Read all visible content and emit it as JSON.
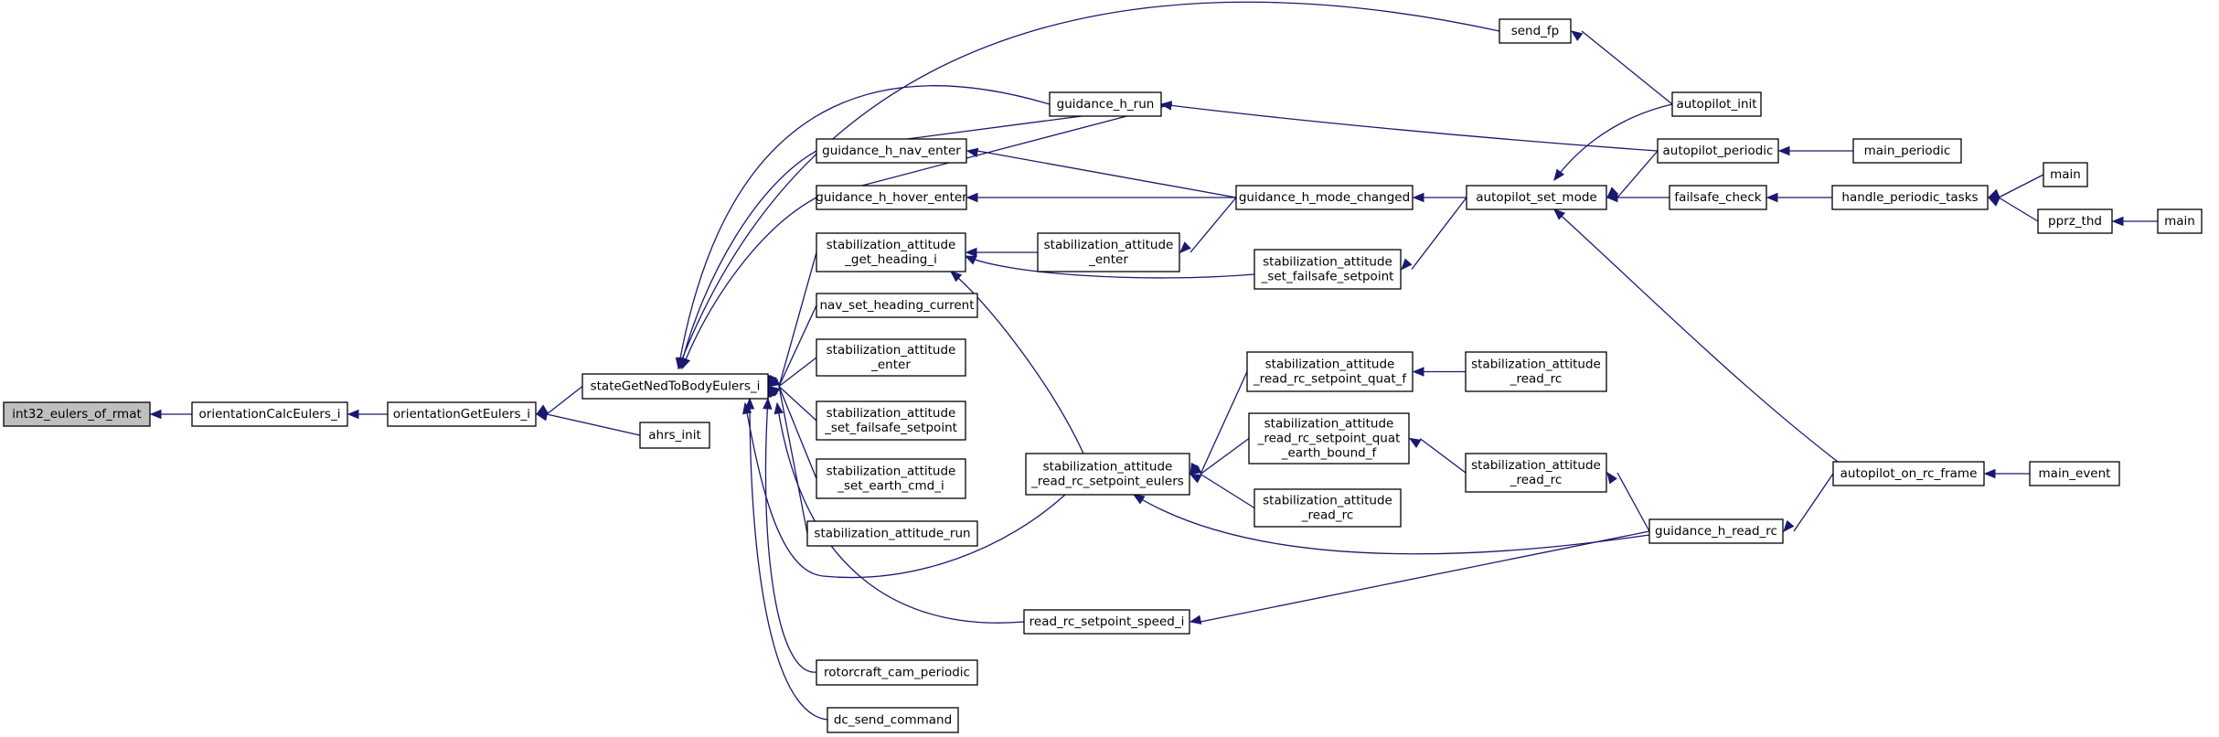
{
  "graph": {
    "nodes": [
      {
        "id": "n0",
        "lines": [
          "int32_eulers_of_rmat"
        ],
        "root": true
      },
      {
        "id": "n1",
        "lines": [
          "orientationCalcEulers_i"
        ]
      },
      {
        "id": "n2",
        "lines": [
          "orientationGetEulers_i"
        ]
      },
      {
        "id": "n3",
        "lines": [
          "stateGetNedToBodyEulers_i"
        ]
      },
      {
        "id": "n4",
        "lines": [
          "ahrs_init"
        ]
      },
      {
        "id": "n5",
        "lines": [
          "send_fp"
        ]
      },
      {
        "id": "n6",
        "lines": [
          "guidance_h_run"
        ]
      },
      {
        "id": "n7",
        "lines": [
          "guidance_h_nav_enter"
        ]
      },
      {
        "id": "n8",
        "lines": [
          "guidance_h_hover_enter"
        ]
      },
      {
        "id": "n9",
        "lines": [
          "stabilization_attitude",
          "_get_heading_i"
        ]
      },
      {
        "id": "n10",
        "lines": [
          "nav_set_heading_current"
        ]
      },
      {
        "id": "n11",
        "lines": [
          "stabilization_attitude",
          "_enter"
        ]
      },
      {
        "id": "n12",
        "lines": [
          "stabilization_attitude",
          "_set_failsafe_setpoint"
        ]
      },
      {
        "id": "n13",
        "lines": [
          "stabilization_attitude",
          "_set_earth_cmd_i"
        ]
      },
      {
        "id": "n14",
        "lines": [
          "stabilization_attitude_run"
        ]
      },
      {
        "id": "n15",
        "lines": [
          "rotorcraft_cam_periodic"
        ]
      },
      {
        "id": "n16",
        "lines": [
          "dc_send_command"
        ]
      },
      {
        "id": "n17",
        "lines": [
          "stabilization_attitude",
          "_enter"
        ]
      },
      {
        "id": "n18",
        "lines": [
          "stabilization_attitude",
          "_read_rc_setpoint_eulers"
        ]
      },
      {
        "id": "n19",
        "lines": [
          "read_rc_setpoint_speed_i"
        ]
      },
      {
        "id": "n20",
        "lines": [
          "guidance_h_mode_changed"
        ]
      },
      {
        "id": "n21",
        "lines": [
          "stabilization_attitude",
          "_set_failsafe_setpoint"
        ]
      },
      {
        "id": "n22",
        "lines": [
          "stabilization_attitude",
          "_read_rc_setpoint_quat_f"
        ]
      },
      {
        "id": "n23",
        "lines": [
          "stabilization_attitude",
          "_read_rc_setpoint_quat",
          "_earth_bound_f"
        ]
      },
      {
        "id": "n24",
        "lines": [
          "stabilization_attitude",
          "_read_rc"
        ]
      },
      {
        "id": "n25",
        "lines": [
          "autopilot_set_mode"
        ]
      },
      {
        "id": "n26",
        "lines": [
          "stabilization_attitude",
          "_read_rc"
        ]
      },
      {
        "id": "n27",
        "lines": [
          "stabilization_attitude",
          "_read_rc"
        ]
      },
      {
        "id": "n28",
        "lines": [
          "guidance_h_read_rc"
        ]
      },
      {
        "id": "n29",
        "lines": [
          "autopilot_init"
        ]
      },
      {
        "id": "n30",
        "lines": [
          "autopilot_periodic"
        ]
      },
      {
        "id": "n31",
        "lines": [
          "failsafe_check"
        ]
      },
      {
        "id": "n32",
        "lines": [
          "autopilot_on_rc_frame"
        ]
      },
      {
        "id": "n33",
        "lines": [
          "main_periodic"
        ]
      },
      {
        "id": "n34",
        "lines": [
          "handle_periodic_tasks"
        ]
      },
      {
        "id": "n35",
        "lines": [
          "main_event"
        ]
      },
      {
        "id": "n36",
        "lines": [
          "main"
        ]
      },
      {
        "id": "n37",
        "lines": [
          "pprz_thd"
        ]
      },
      {
        "id": "n38",
        "lines": [
          "main"
        ]
      }
    ],
    "edges": [
      [
        "n1",
        "n0"
      ],
      [
        "n2",
        "n1"
      ],
      [
        "n3",
        "n2"
      ],
      [
        "n4",
        "n2"
      ],
      [
        "n5",
        "n3"
      ],
      [
        "n6",
        "n3"
      ],
      [
        "n7",
        "n3"
      ],
      [
        "n8",
        "n3"
      ],
      [
        "n9",
        "n3"
      ],
      [
        "n10",
        "n3"
      ],
      [
        "n11",
        "n3"
      ],
      [
        "n12",
        "n3"
      ],
      [
        "n13",
        "n3"
      ],
      [
        "n14",
        "n3"
      ],
      [
        "n15",
        "n3"
      ],
      [
        "n16",
        "n3"
      ],
      [
        "n18",
        "n3"
      ],
      [
        "n19",
        "n3"
      ],
      [
        "n29",
        "n5"
      ],
      [
        "n7",
        "n6"
      ],
      [
        "n8",
        "n6"
      ],
      [
        "n30",
        "n6"
      ],
      [
        "n20",
        "n7"
      ],
      [
        "n20",
        "n8"
      ],
      [
        "n17",
        "n9"
      ],
      [
        "n21",
        "n9"
      ],
      [
        "n18",
        "n9"
      ],
      [
        "n20",
        "n17"
      ],
      [
        "n22",
        "n18"
      ],
      [
        "n23",
        "n18"
      ],
      [
        "n24",
        "n18"
      ],
      [
        "n28",
        "n18"
      ],
      [
        "n28",
        "n19"
      ],
      [
        "n25",
        "n20"
      ],
      [
        "n25",
        "n21"
      ],
      [
        "n26",
        "n22"
      ],
      [
        "n27",
        "n23"
      ],
      [
        "n28",
        "n27"
      ],
      [
        "n29",
        "n25"
      ],
      [
        "n30",
        "n25"
      ],
      [
        "n31",
        "n25"
      ],
      [
        "n32",
        "n25"
      ],
      [
        "n32",
        "n28"
      ],
      [
        "n33",
        "n30"
      ],
      [
        "n34",
        "n31"
      ],
      [
        "n35",
        "n32"
      ],
      [
        "n36",
        "n34"
      ],
      [
        "n37",
        "n34"
      ],
      [
        "n38",
        "n37"
      ]
    ]
  }
}
